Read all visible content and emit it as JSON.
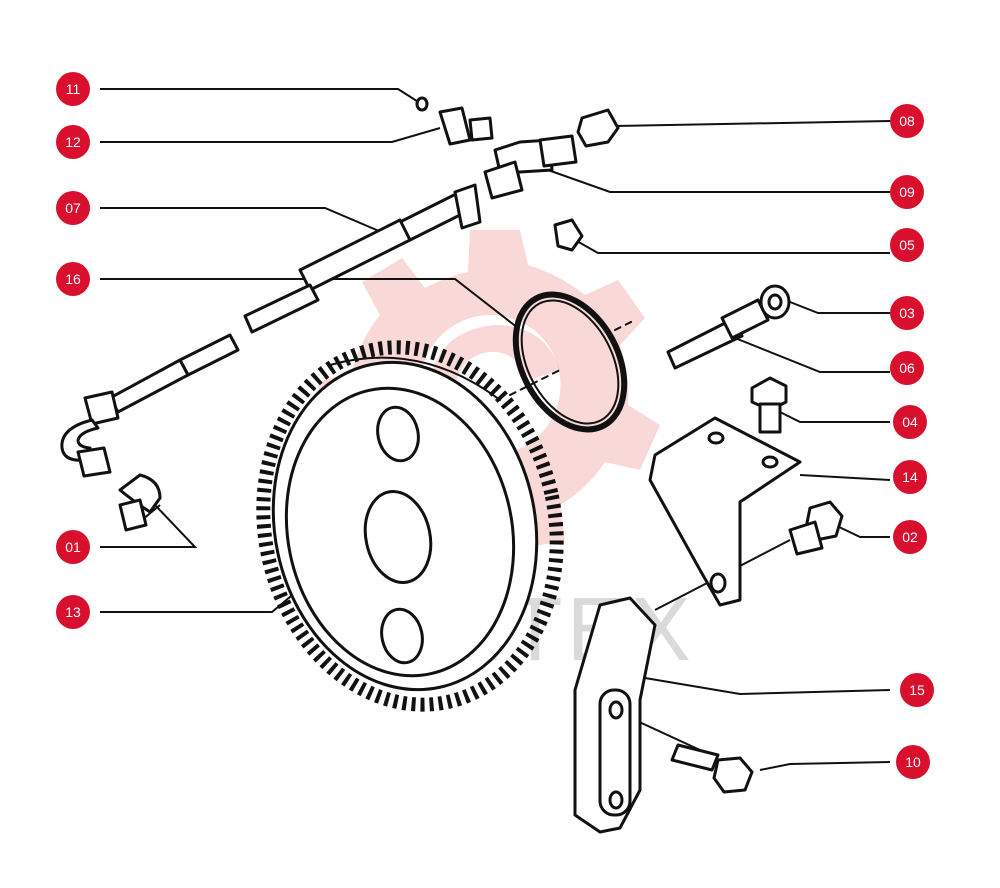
{
  "colors": {
    "callout_fill": "#d80f2d",
    "callout_text": "#ffffff",
    "line": "#111111",
    "watermark": "#ef8f8f"
  },
  "watermark": {
    "icon": "gear-logo-icon",
    "text": "ИНТЕХ"
  },
  "callouts": [
    "11",
    "12",
    "07",
    "16",
    "01",
    "13",
    "08",
    "09",
    "05",
    "03",
    "06",
    "04",
    "14",
    "02",
    "15",
    "10"
  ]
}
